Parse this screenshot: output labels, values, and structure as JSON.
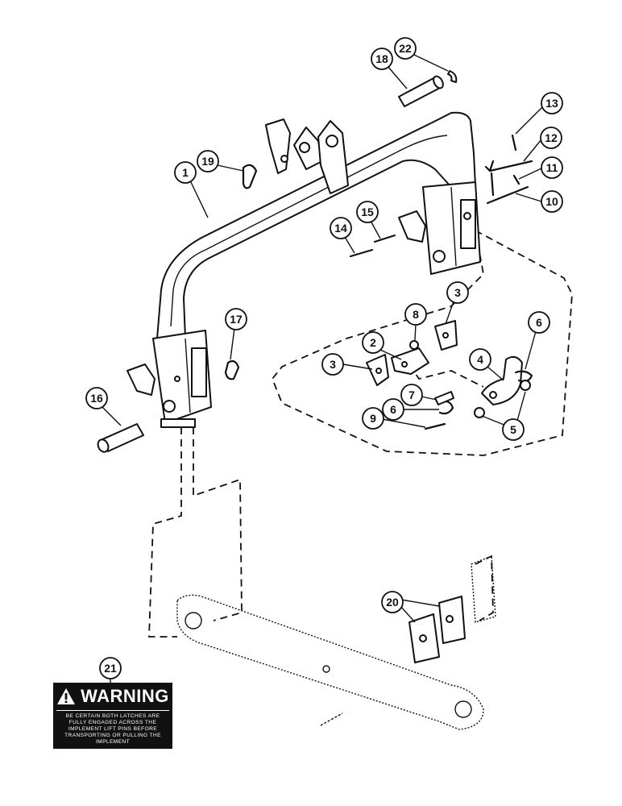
{
  "diagram": {
    "callouts": [
      "1",
      "2",
      "3",
      "3",
      "4",
      "5",
      "6",
      "6",
      "7",
      "8",
      "9",
      "10",
      "11",
      "12",
      "13",
      "14",
      "15",
      "16",
      "17",
      "18",
      "19",
      "20",
      "21",
      "22"
    ]
  },
  "decal": {
    "title": "WARNING",
    "text": "BE CERTAIN BOTH LATCHES ARE FULLY ENGAGED ACROSS THE IMPLEMENT LIFT PINS BEFORE TRANSPORTING OR PULLING THE IMPLEMENT"
  }
}
